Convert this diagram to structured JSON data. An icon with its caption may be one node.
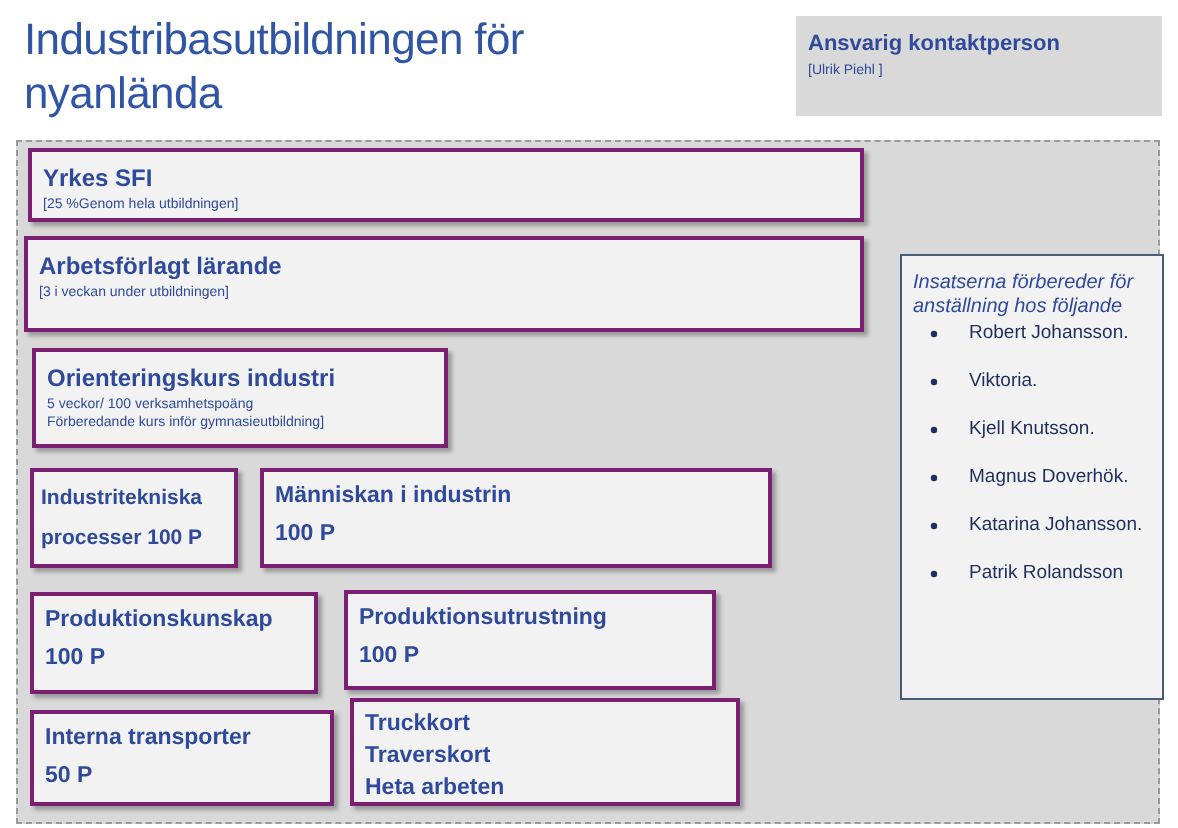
{
  "diagram": {
    "title": "Industribasutbildningen för nyanlända",
    "nodes": [
      {
        "text": [],
        "shape": "box"
      },
      {
        "text": [
          "Yrkes SFI",
          "[25 %Genom hela utbildningen]"
        ],
        "in": 0
      },
      {
        "text": [
          "Arbetsförlagt lärande",
          "[3 i veckan under utbildningen]"
        ],
        "in": 0
      },
      {
        "text": [
          "Orienteringskurs industri",
          "5 veckor/ 100 verksamhetspoäng",
          "Förberedande kurs inför gymnasieutbildning]"
        ],
        "in": 0
      },
      {
        "text": [
          "Industritekniska processer 100 P"
        ],
        "in": 0
      },
      {
        "text": [
          "Människan i industrin",
          "100 P"
        ],
        "in": 0
      },
      {
        "text": [
          "Produktionskunskap",
          "100 P"
        ],
        "in": 0
      },
      {
        "text": [
          "Produktionsutrustning",
          "100 P"
        ],
        "in": 0
      },
      {
        "text": [
          "Interna transporter",
          "50 P"
        ],
        "in": 0
      },
      {
        "text": [
          "Truckkort",
          "Traverskort",
          "Heta arbeten"
        ],
        "in": 0
      },
      {
        "text": [
          "Insatserna förbereder för anställning hos följande",
          "Robert Johansson.",
          "Viktoria.",
          "Kjell Knutsson.",
          "Magnus Doverhök.",
          "Katarina Johansson.",
          "Patrik Rolandsson"
        ],
        "in": 0
      },
      {
        "text": [
          "Ansvarig kontaktperson",
          "[Ulrik Piehl ]"
        ]
      }
    ],
    "edges": []
  }
}
